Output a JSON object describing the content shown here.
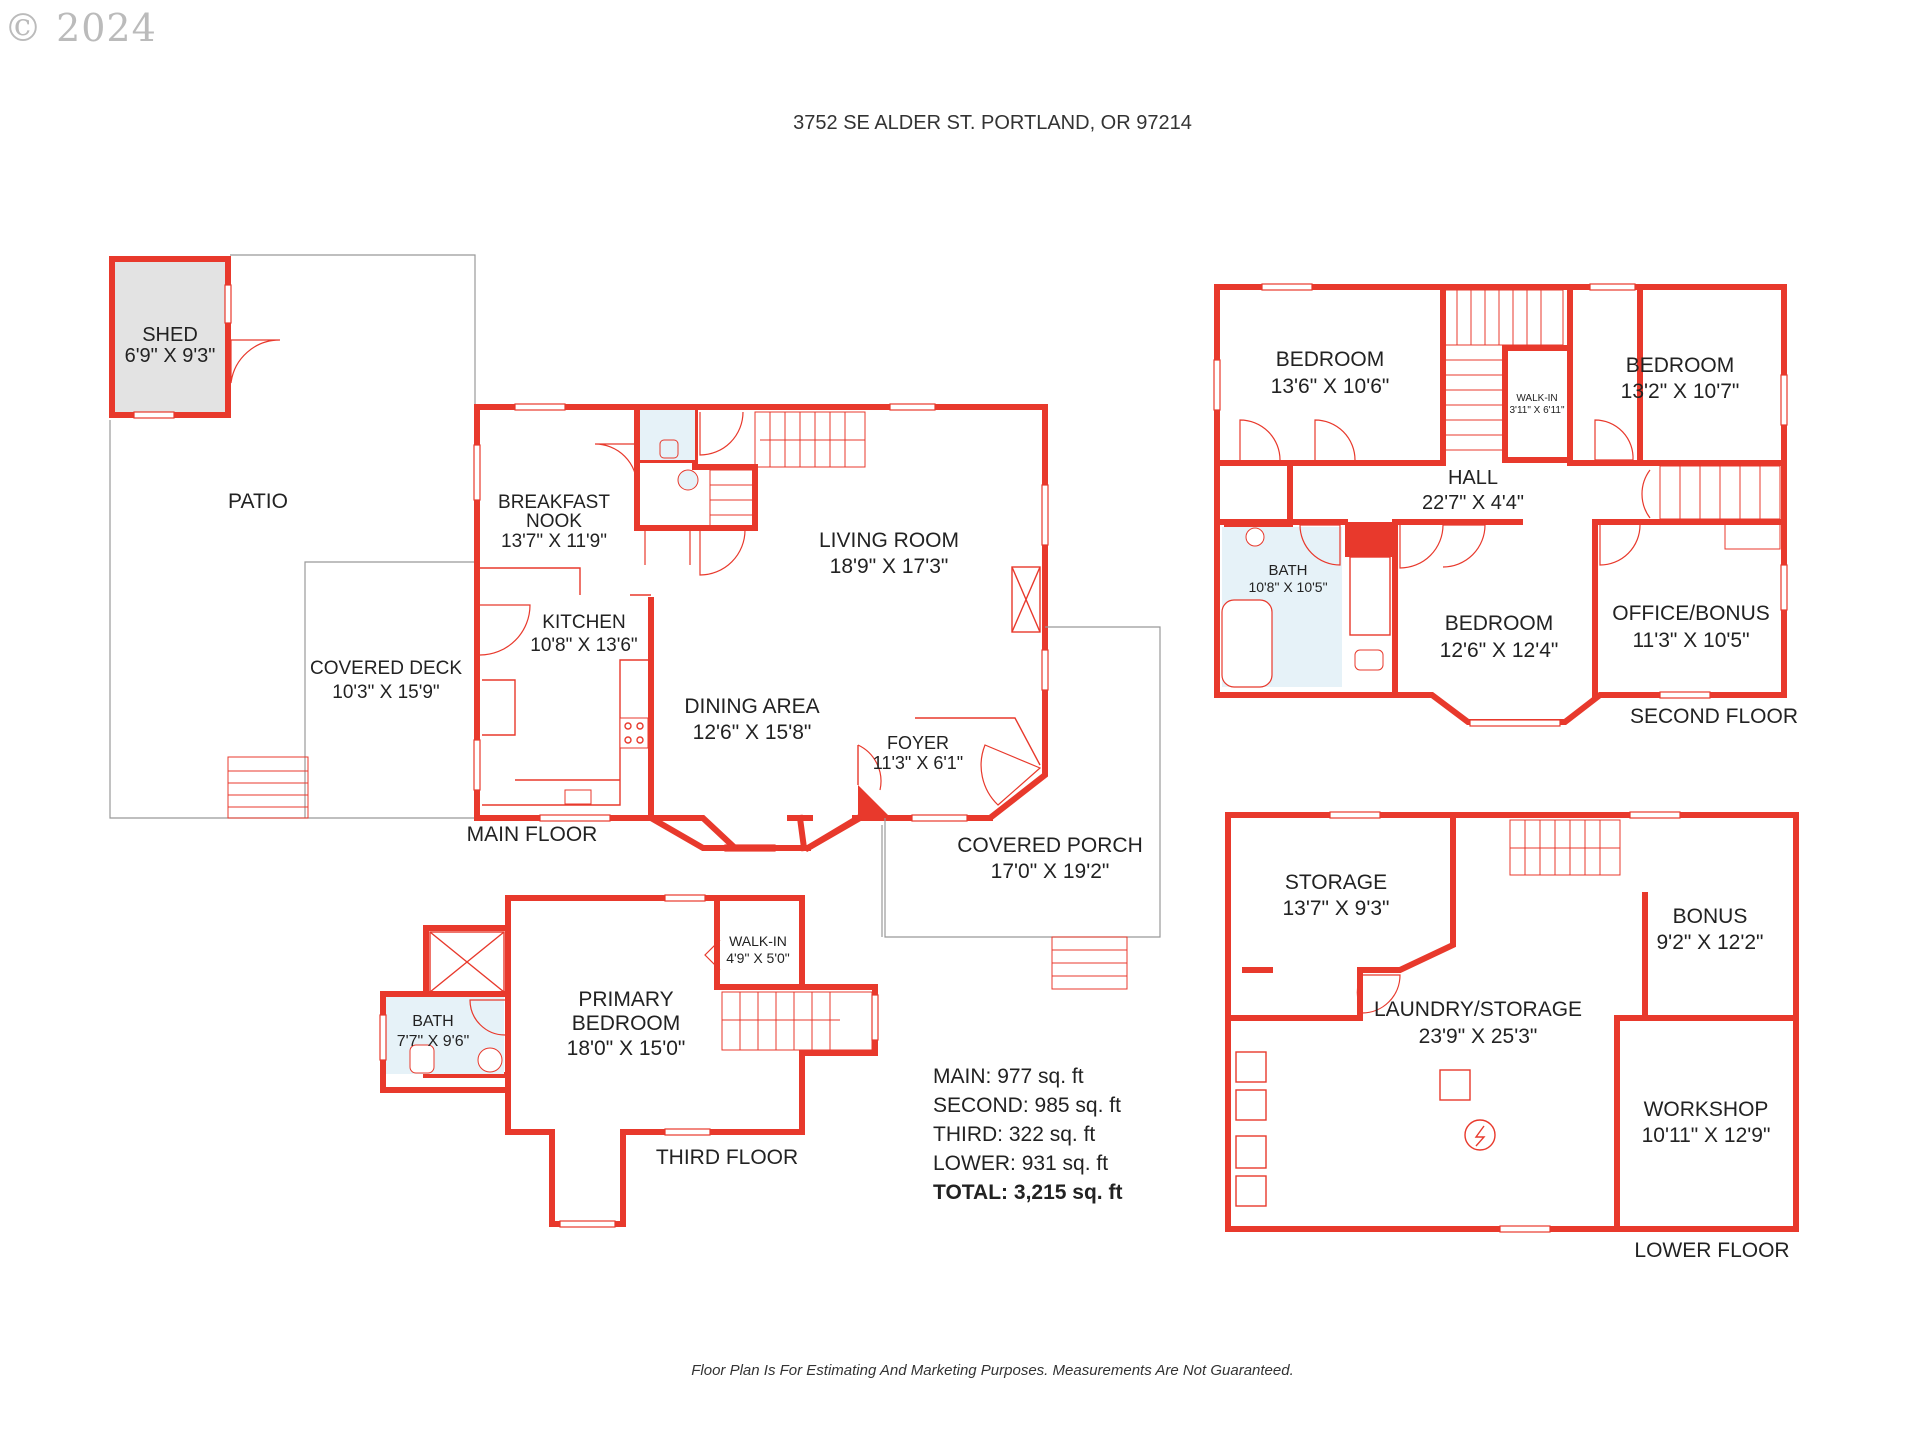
{
  "copyright": "© 2024",
  "address": "3752 SE ALDER ST. PORTLAND, OR 97214",
  "disclaimer": "Floor Plan Is For Estimating And Marketing Purposes. Measurements Are Not Guaranteed.",
  "floors": {
    "main": "MAIN FLOOR",
    "second": "SECOND FLOOR",
    "third": "THIRD FLOOR",
    "lower": "LOWER FLOOR"
  },
  "rooms": {
    "shed": {
      "name": "SHED",
      "dim": "6'9\" X 9'3\""
    },
    "patio": {
      "name": "PATIO"
    },
    "covered_deck": {
      "name": "COVERED DECK",
      "dim": "10'3\" X 15'9\""
    },
    "breakfast_nook": {
      "name1": "BREAKFAST",
      "name2": "NOOK",
      "dim": "13'7\" X 11'9\""
    },
    "kitchen": {
      "name": "KITCHEN",
      "dim": "10'8\" X 13'6\""
    },
    "living_room": {
      "name": "LIVING ROOM",
      "dim": "18'9\" X 17'3\""
    },
    "dining_area": {
      "name": "DINING AREA",
      "dim": "12'6\" X 15'8\""
    },
    "foyer": {
      "name": "FOYER",
      "dim": "11'3\" X 6'1\""
    },
    "covered_porch": {
      "name": "COVERED PORCH",
      "dim": "17'0\" X 19'2\""
    },
    "bedroom_1": {
      "name": "BEDROOM",
      "dim": "13'6\" X 10'6\""
    },
    "bedroom_2": {
      "name": "BEDROOM",
      "dim": "13'2\" X 10'7\""
    },
    "walkin_2": {
      "name": "WALK-IN",
      "dim": "3'11\" X 6'11\""
    },
    "hall": {
      "name": "HALL",
      "dim": "22'7\" X 4'4\""
    },
    "bath_2": {
      "name": "BATH",
      "dim": "10'8\" X 10'5\""
    },
    "bedroom_3": {
      "name": "BEDROOM",
      "dim": "12'6\" X 12'4\""
    },
    "office": {
      "name": "OFFICE/BONUS",
      "dim": "11'3\" X 10'5\""
    },
    "primary_bedroom": {
      "name1": "PRIMARY",
      "name2": "BEDROOM",
      "dim": "18'0\" X 15'0\""
    },
    "walkin_3": {
      "name": "WALK-IN",
      "dim": "4'9\" X 5'0\""
    },
    "bath_3": {
      "name": "BATH",
      "dim": "7'7\" X 9'6\""
    },
    "storage": {
      "name": "STORAGE",
      "dim": "13'7\" X 9'3\""
    },
    "bonus": {
      "name": "BONUS",
      "dim": "9'2\" X 12'2\""
    },
    "laundry": {
      "name": "LAUNDRY/STORAGE",
      "dim": "23'9\" X 25'3\""
    },
    "workshop": {
      "name": "WORKSHOP",
      "dim": "10'11\" X 12'9\""
    }
  },
  "area_totals": [
    {
      "label": "MAIN:",
      "value": "977 sq. ft"
    },
    {
      "label": "SECOND:",
      "value": "985 sq. ft"
    },
    {
      "label": "THIRD:",
      "value": "322 sq. ft"
    },
    {
      "label": "LOWER:",
      "value": "931 sq. ft"
    }
  ],
  "grand_total": {
    "label": "TOTAL:",
    "value": "3,215 sq. ft"
  },
  "colors": {
    "wall": "#e8392c",
    "shed_fill": "#e3e3e3",
    "fixture_fill": "#e6f2f8"
  }
}
